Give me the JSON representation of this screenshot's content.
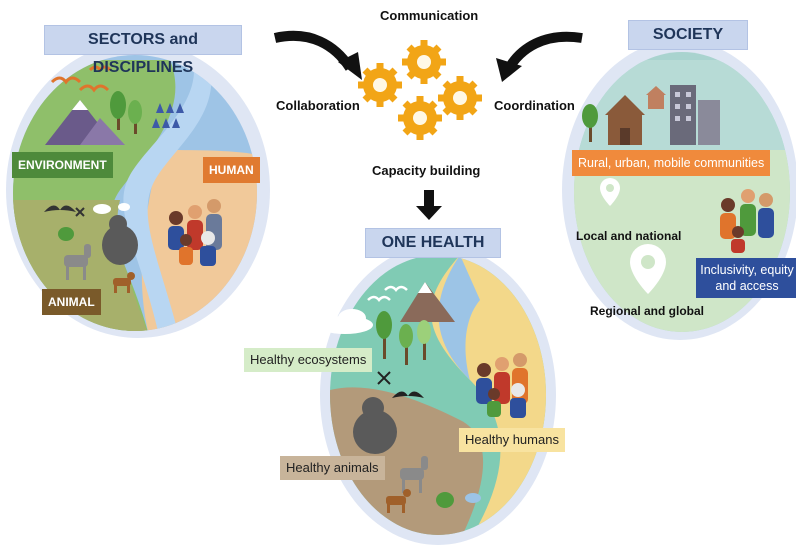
{
  "titles": {
    "sectors": "SECTORS and DISCIPLINES",
    "society": "SOCIETY",
    "one_health": "ONE HEALTH"
  },
  "process": {
    "communication": "Communication",
    "collaboration": "Collaboration",
    "coordination": "Coordination",
    "capacity_building": "Capacity building"
  },
  "sectors_labels": {
    "environment": "ENVIRONMENT",
    "human": "HUMAN",
    "animal": "ANIMAL"
  },
  "society_labels": {
    "communities": "Rural, urban, mobile communities",
    "local": "Local and national",
    "regional": "Regional and global",
    "inclusivity": "Inclusivity, equity and access"
  },
  "one_health_labels": {
    "ecosystems": "Healthy ecosystems",
    "humans": "Healthy humans",
    "animals": "Healthy animals"
  },
  "colors": {
    "environment_tag": "#4e8a3b",
    "human_tag": "#e07a30",
    "animal_tag": "#7a5a2a",
    "communities_tag": "#f08a3c",
    "inclusivity_tag": "#2e4f9c",
    "gear": "#f2a516",
    "title_box": "#c9d6ee"
  },
  "icons": [
    "gear-icon",
    "curved-arrow-icon",
    "down-arrow-icon",
    "location-pin-icon",
    "mountain-icon",
    "tree-icon",
    "gorilla-icon",
    "goat-icon",
    "dog-icon",
    "bird-icon",
    "bat-icon",
    "mosquito-icon",
    "fish-icon",
    "chicken-icon",
    "people-icon",
    "house-icon",
    "building-icon",
    "cloud-icon"
  ]
}
